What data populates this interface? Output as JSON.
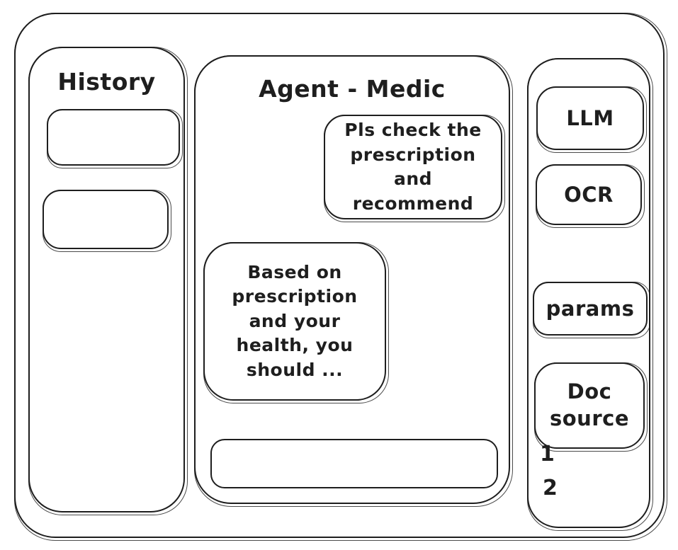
{
  "colors": {
    "stroke": "#1e1e1e",
    "background": "#ffffff"
  },
  "history_panel": {
    "title": "History",
    "items": [
      {
        "label": ""
      },
      {
        "label": ""
      }
    ]
  },
  "chat_panel": {
    "title": "Agent - Medic",
    "messages": [
      {
        "role": "user",
        "text": "Pls check the prescription and recommend"
      },
      {
        "role": "assistant",
        "text": "Based on prescription and your health, you should ..."
      }
    ],
    "input_value": ""
  },
  "tools_panel": {
    "buttons": [
      "LLM",
      "OCR",
      "params",
      "Doc source"
    ],
    "doc_list": [
      "1",
      "2"
    ]
  }
}
